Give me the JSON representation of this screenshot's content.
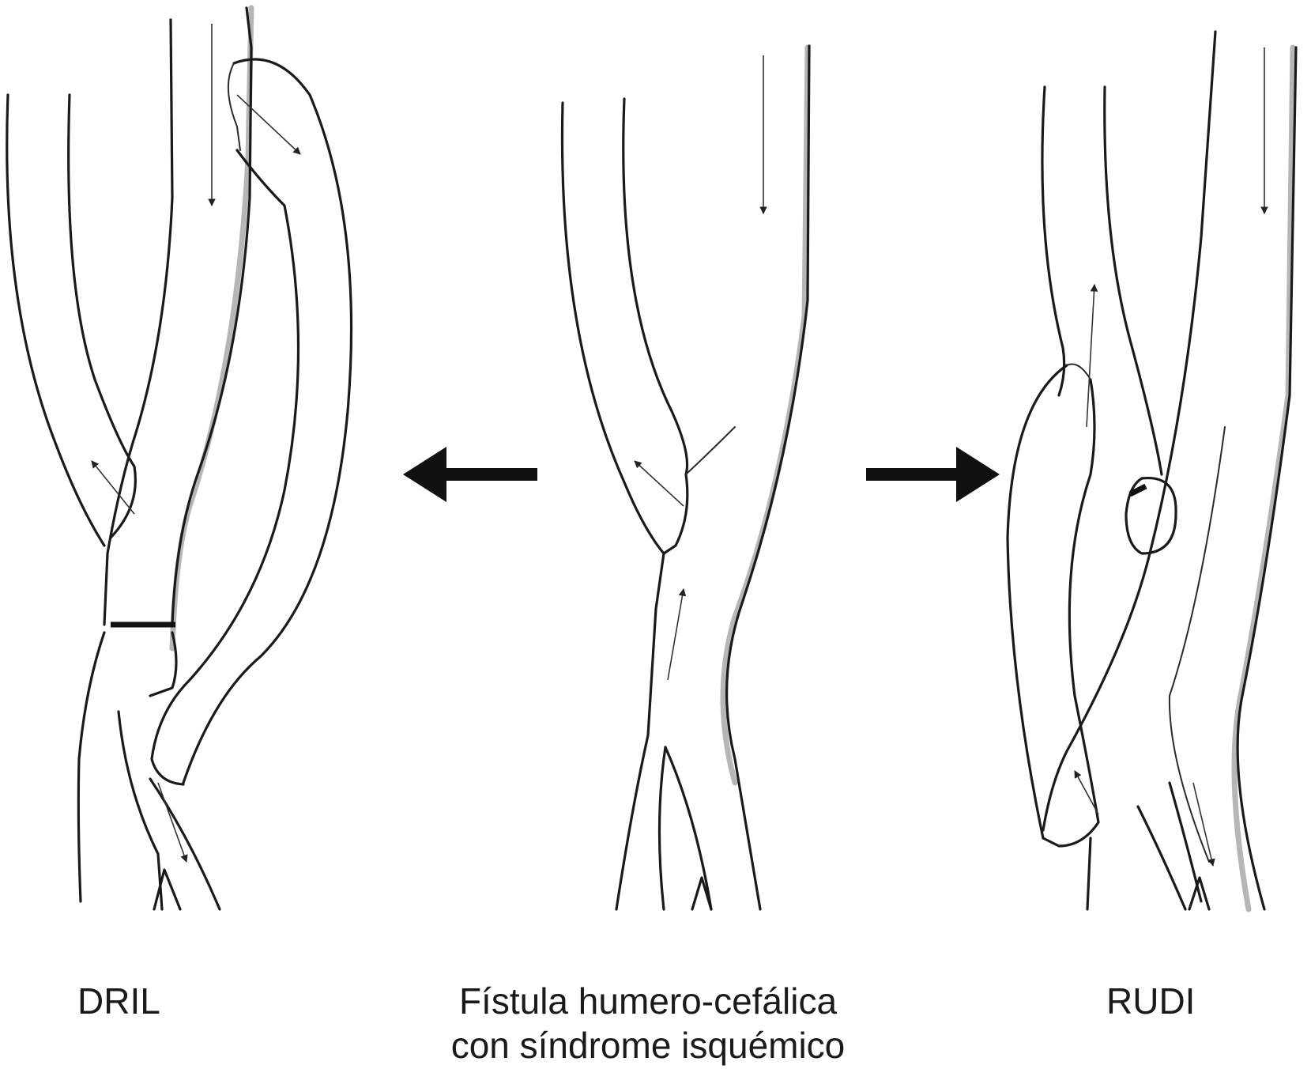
{
  "labels": {
    "left": "DRIL",
    "center_line1": "Fístula humero-cefálica",
    "center_line2": "con síndrome isquémico",
    "right": "RUDI"
  },
  "colors": {
    "line": "#1a1a1a",
    "shading": "#7a7a7a",
    "background": "#ffffff"
  }
}
